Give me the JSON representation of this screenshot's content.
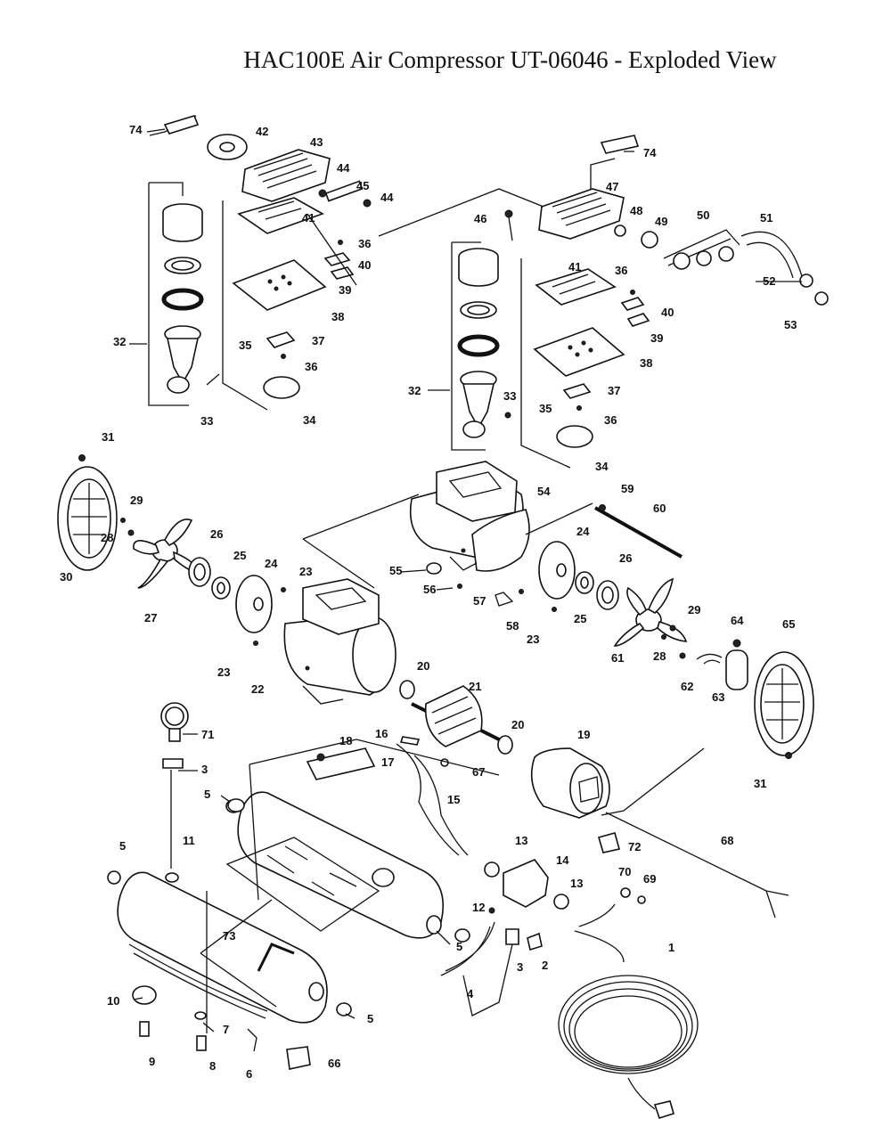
{
  "title": "HAC100E Air Compressor UT-06046 - Exploded View",
  "labels": {
    "l1": "1",
    "l2": "2",
    "l3a": "3",
    "l3b": "3",
    "l4": "4",
    "l5a": "5",
    "l5b": "5",
    "l5c": "5",
    "l5d": "5",
    "l6": "6",
    "l7": "7",
    "l8": "8",
    "l9": "9",
    "l10": "10",
    "l11": "11",
    "l12": "12",
    "l13a": "13",
    "l13b": "13",
    "l14": "14",
    "l15": "15",
    "l16": "16",
    "l17": "17",
    "l18": "18",
    "l19": "19",
    "l20a": "20",
    "l20b": "20",
    "l21": "21",
    "l22": "22",
    "l23a": "23",
    "l23b": "23",
    "l23c": "23",
    "l24a": "24",
    "l24b": "24",
    "l25a": "25",
    "l25b": "25",
    "l26a": "26",
    "l26b": "26",
    "l27": "27",
    "l28a": "28",
    "l28b": "28",
    "l29a": "29",
    "l29b": "29",
    "l30": "30",
    "l31a": "31",
    "l31b": "31",
    "l32a": "32",
    "l32b": "32",
    "l33a": "33",
    "l33b": "33",
    "l34a": "34",
    "l34b": "34",
    "l35a": "35",
    "l35b": "35",
    "l36a": "36",
    "l36b": "36",
    "l36c": "36",
    "l36d": "36",
    "l37a": "37",
    "l37b": "37",
    "l38a": "38",
    "l38b": "38",
    "l39a": "39",
    "l39b": "39",
    "l40a": "40",
    "l40b": "40",
    "l41a": "41",
    "l41b": "41",
    "l42": "42",
    "l43": "43",
    "l44a": "44",
    "l44b": "44",
    "l45": "45",
    "l46": "46",
    "l47": "47",
    "l48": "48",
    "l49": "49",
    "l50": "50",
    "l51": "51",
    "l52": "52",
    "l53": "53",
    "l54": "54",
    "l55": "55",
    "l56": "56",
    "l57": "57",
    "l58": "58",
    "l59": "59",
    "l60": "60",
    "l61": "61",
    "l62": "62",
    "l63": "63",
    "l64": "64",
    "l65": "65",
    "l66": "66",
    "l67": "67",
    "l68": "68",
    "l69": "69",
    "l70": "70",
    "l71": "71",
    "l72": "72",
    "l73": "73",
    "l74a": "74",
    "l74b": "74"
  }
}
